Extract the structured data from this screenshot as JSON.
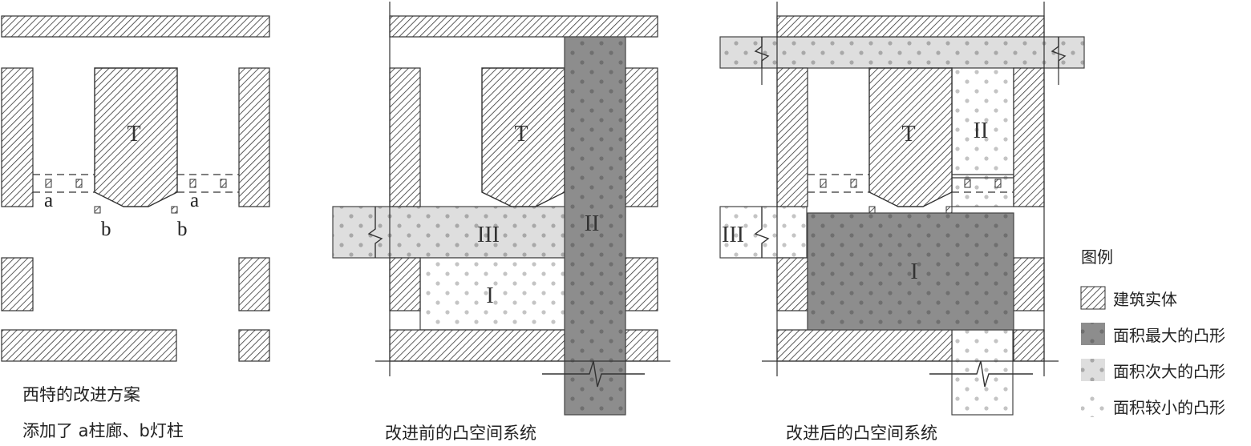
{
  "colors": {
    "hatch_stroke": "#333333",
    "largest_fill": "#8d8d8d",
    "largest_dot": "#6f6f6f",
    "second_fill": "#dedede",
    "second_dot": "#a8a8a8",
    "small_fill": "#ffffff",
    "small_dot": "#c4c4c4",
    "outline": "#444444"
  },
  "panel1": {
    "tower_label": "T",
    "label_a_left": "a",
    "label_a_right": "a",
    "label_b_left": "b",
    "label_b_right": "b",
    "caption_line1": "西特的改进方案",
    "caption_line2": "添加了 a柱廊、b灯柱"
  },
  "panel2": {
    "tower_label": "T",
    "space_I": "I",
    "space_II": "II",
    "space_III": "III",
    "caption": "改进前的凸空间系统"
  },
  "panel3": {
    "tower_label": "T",
    "space_I": "I",
    "space_II": "II",
    "space_III": "III",
    "caption": "改进后的凸空间系统"
  },
  "legend": {
    "title": "图例",
    "items": [
      {
        "icon": "hatch-swatch",
        "label": "建筑实体"
      },
      {
        "icon": "dark-dotted-swatch",
        "label": "面积最大的凸形"
      },
      {
        "icon": "medium-dotted-swatch",
        "label": "面积次大的凸形"
      },
      {
        "icon": "light-dotted-swatch",
        "label": "面积较小的凸形"
      }
    ]
  }
}
